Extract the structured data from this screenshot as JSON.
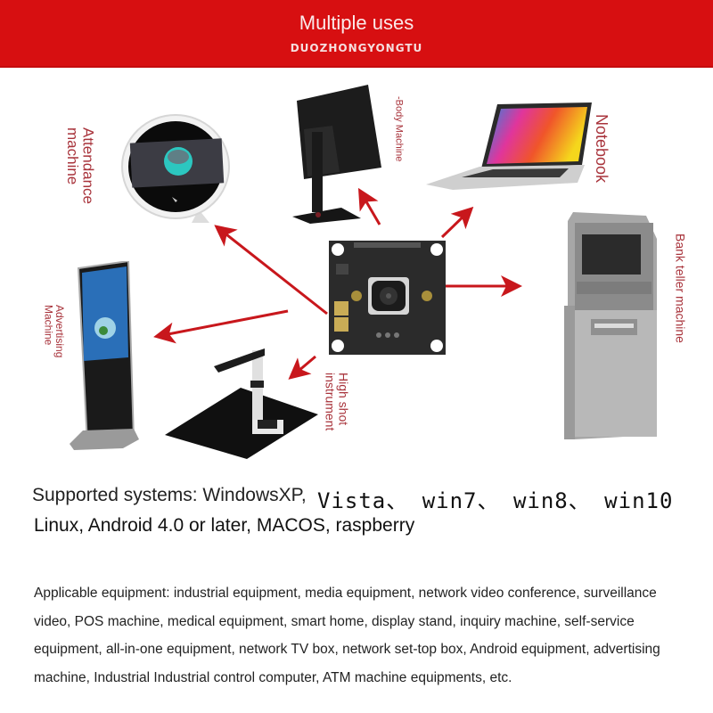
{
  "banner": {
    "title": "Multiple uses",
    "subtitle": "DUOZHONGYONGTU",
    "color": "#d70f11"
  },
  "devices": {
    "attendance": {
      "label": "Attendance\nmachine",
      "icon": "attendance-machine-icon"
    },
    "body_machine": {
      "label": "-Body Machine",
      "icon": "monitor-icon"
    },
    "notebook": {
      "label": "Notebook",
      "icon": "laptop-icon"
    },
    "atm": {
      "label": "Bank teller machine",
      "icon": "atm-icon"
    },
    "advertising": {
      "label": "Advertising\nMachine",
      "icon": "advertising-kiosk-icon"
    },
    "high_shot": {
      "label": "High shot\ninstrument",
      "icon": "document-camera-icon"
    },
    "center": {
      "icon": "camera-module-icon"
    }
  },
  "arrow_color": "#c8171c",
  "label_color": "#a8333b",
  "systems": {
    "line1_prefix": "Supported systems: WindowsXP,",
    "line1_rest": "Vista、 win7、 win8、 win10",
    "line2": "Linux, Android 4.0 or later, MACOS, raspberry"
  },
  "equipment": {
    "text": "Applicable equipment: industrial equipment, media equipment, network video conference, surveillance video, POS machine, medical equipment, smart home, display stand, inquiry machine, self-service equipment, all-in-one equipment, network TV box, network set-top box, Android equipment, advertising machine, Industrial Industrial control computer, ATM machine equipments, etc."
  }
}
